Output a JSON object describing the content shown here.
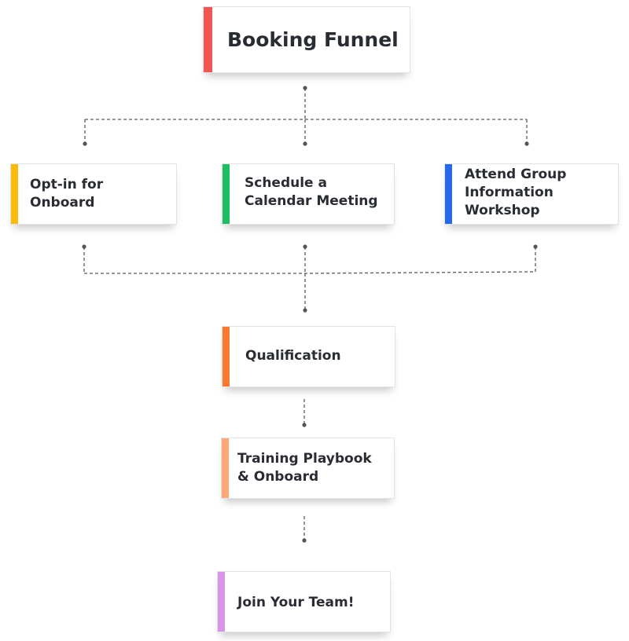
{
  "diagram": {
    "nodes": {
      "booking_funnel": {
        "label": "Booking Funnel",
        "accent": "#f25552"
      },
      "opt_in": {
        "label": "Opt-in for\nOnboard",
        "accent": "#fbbb0d"
      },
      "schedule": {
        "label": "Schedule a\nCalendar Meeting",
        "accent": "#1dbf62"
      },
      "attend": {
        "label": "Attend Group\nInformation\nWorkshop",
        "accent": "#2769ec"
      },
      "qualification": {
        "label": "Qualification",
        "accent": "#fb7830"
      },
      "training": {
        "label": "Training Playbook\n& Onboard",
        "accent": "#fea87a"
      },
      "join": {
        "label": "Join Your Team!",
        "accent": "#d993e8"
      }
    },
    "connector_color": "#5a5a5a"
  }
}
